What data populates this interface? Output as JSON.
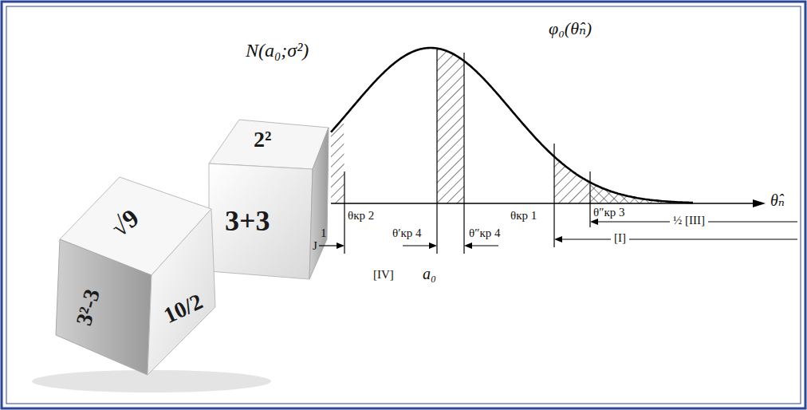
{
  "diagram": {
    "labels": [
      "N(a₀;σ²)",
      "φ₀(θ̂ₙ)",
      "2²",
      "√9",
      "3+3",
      "3²-3",
      "10/2",
      "θ̂ₙ",
      "θкр 2",
      "θкр 1",
      "θ″кр 3",
      "θ′кр 4",
      "θ″кр 4",
      "1",
      "J",
      "½ [III]",
      "[I]",
      "[IV]",
      "a₀"
    ]
  }
}
